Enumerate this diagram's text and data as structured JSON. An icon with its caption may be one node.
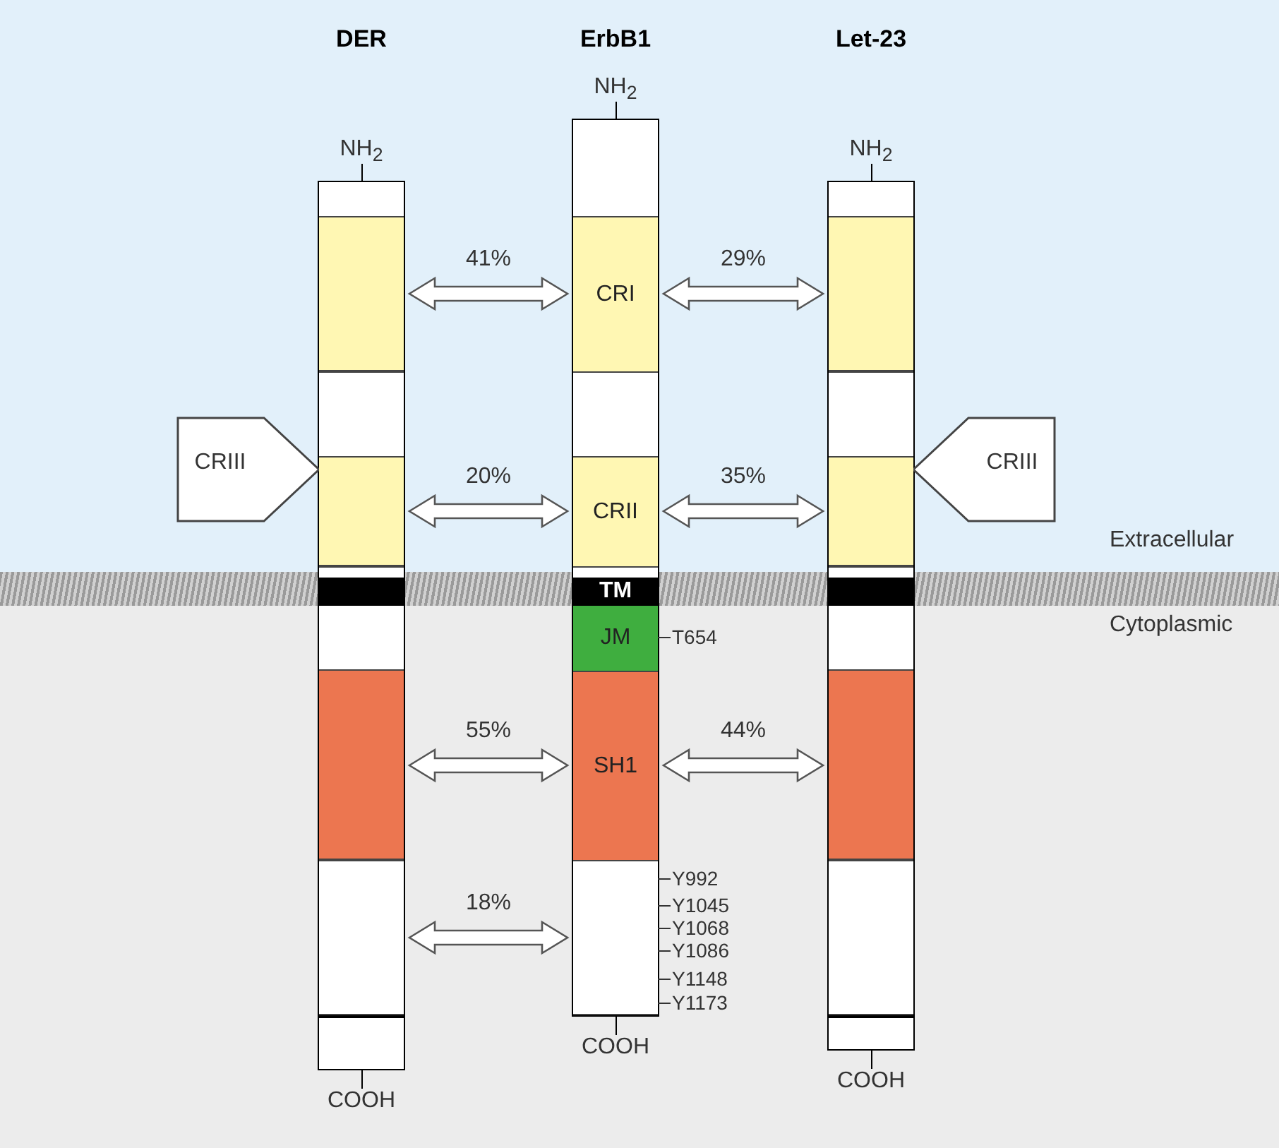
{
  "diagram": {
    "nodes": [
      {
        "text": [
          "DER"
        ],
        "beside": [
          "NH$_{2}$",
          "COOH"
        ]
      },
      {
        "text": [],
        "shape": "box",
        "in": 0
      },
      {
        "text": [],
        "shape": "box",
        "in": 0
      },
      {
        "text": [],
        "shape": "bar",
        "in": 0
      },
      {
        "text": [],
        "shape": "box",
        "in": 0
      },
      {
        "text": [],
        "shape": "box",
        "in": 0
      },
      {
        "text": [
          "CRIII"
        ]
      },
      {
        "text": [
          "ErbB1"
        ],
        "beside": [
          "NH$_{2}$",
          "COOH"
        ]
      },
      {
        "text": [
          "CRI"
        ],
        "in": 7
      },
      {
        "text": [
          "CRII"
        ],
        "in": 7
      },
      {
        "text": [
          "TM"
        ],
        "in": 7
      },
      {
        "text": [
          "JM"
        ],
        "in": 7,
        "beside": [
          "T654"
        ]
      },
      {
        "text": [
          "SH1"
        ],
        "in": 7
      },
      {
        "text": [],
        "shape": "box",
        "in": 7,
        "beside": [
          "Y992",
          "Y1045",
          "Y1068",
          "Y1086",
          "Y1148",
          "Y1173"
        ]
      },
      {
        "text": [
          "Let-23"
        ],
        "beside": [
          "NH$_{2}$",
          "COOH"
        ]
      },
      {
        "text": [],
        "shape": "box",
        "in": 14
      },
      {
        "text": [],
        "shape": "box",
        "in": 14
      },
      {
        "text": [],
        "shape": "bar",
        "in": 14
      },
      {
        "text": [],
        "shape": "box",
        "in": 14
      },
      {
        "text": [],
        "shape": "box",
        "in": 14
      },
      {
        "text": [
          "CRIII"
        ]
      }
    ],
    "edges": [
      {
        "from": 1,
        "to": 8,
        "arrow": "both",
        "label": "41%"
      },
      {
        "from": 8,
        "to": 15,
        "arrow": "both",
        "label": "29%"
      },
      {
        "from": 2,
        "to": 9,
        "arrow": "both",
        "label": "20%"
      },
      {
        "from": 9,
        "to": 16,
        "arrow": "both",
        "label": "35%"
      },
      {
        "from": 4,
        "to": 12,
        "arrow": "both",
        "label": "55%"
      },
      {
        "from": 12,
        "to": 18,
        "arrow": "both",
        "label": "44%"
      },
      {
        "from": 5,
        "to": 13,
        "arrow": "both",
        "label": "18%"
      }
    ],
    "labels": [
      "Extracellular",
      "Cytoplasmic"
    ]
  }
}
